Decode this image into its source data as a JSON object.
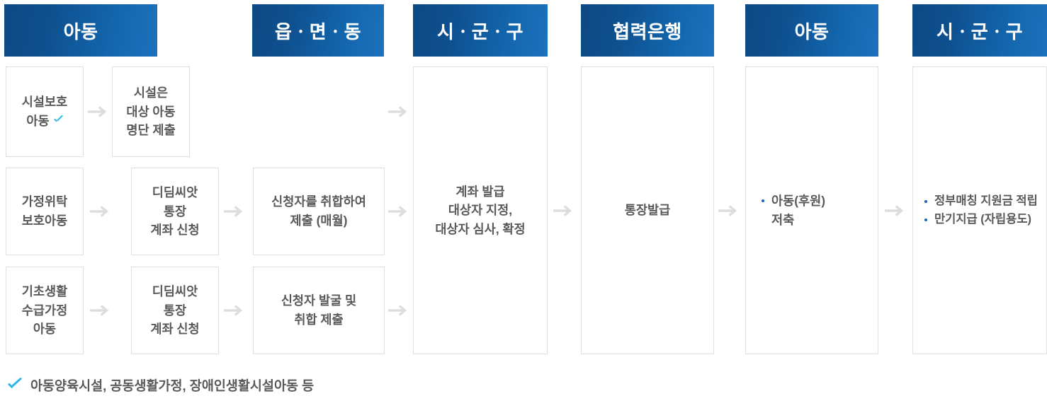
{
  "diagram": {
    "title_note": "디딤씨앗통장 지원 절차 흐름도",
    "accent_header_dark": "#0d4a85",
    "accent_header_light": "#1d72bd",
    "accent_check": "#2bb8e8",
    "accent_bullet": "#1565c0",
    "box_border": "#e0e0e0",
    "arrow_color": "#dddddd",
    "text_color": "#58595b"
  },
  "headers": [
    {
      "label": "아동"
    },
    {
      "label": "읍ㆍ면ㆍ동"
    },
    {
      "label": "시ㆍ군ㆍ구"
    },
    {
      "label": "협력은행"
    },
    {
      "label": "아동"
    },
    {
      "label": "시ㆍ군ㆍ구"
    }
  ],
  "boxes": {
    "r1c1": {
      "lines": [
        "시설보호",
        "아동"
      ],
      "has_check": true
    },
    "r1c2": {
      "lines": [
        "시설은",
        "대상 아동",
        "명단 제출"
      ]
    },
    "r2c1": {
      "lines": [
        "가정위탁",
        "보호아동"
      ]
    },
    "r2c2": {
      "lines": [
        "디딤씨앗",
        "통장",
        "계좌 신청"
      ]
    },
    "r2c3": {
      "lines": [
        "신청자를 취합하여",
        "제출 (매월)"
      ]
    },
    "r3c1": {
      "lines": [
        "기초생활",
        "수급가정",
        "아동"
      ]
    },
    "r3c2": {
      "lines": [
        "디딤씨앗",
        "통장",
        "계좌 신청"
      ]
    },
    "r3c3": {
      "lines": [
        "신청자 발굴 및",
        "취합 제출"
      ]
    },
    "tall_sigungu": {
      "lines": [
        "계좌 발급",
        "대상자 지정,",
        "대상자 심사, 확정"
      ]
    },
    "tall_bank": {
      "lines": [
        "통장발급"
      ]
    },
    "tall_child": {
      "lines": [
        "아동(후원)",
        "저축"
      ],
      "bulleted_first_only": true
    },
    "tall_sigungu2": {
      "lines": [
        "정부매칭 지원금 적립",
        "만기지급 (자립용도)"
      ],
      "bulleted": true
    }
  },
  "arrows": {
    "label": "flow-arrow",
    "count": 9
  },
  "footnote": {
    "text": "아동양육시설, 공동생활가정, 장애인생활시설아동 등",
    "icon": "check-icon"
  }
}
